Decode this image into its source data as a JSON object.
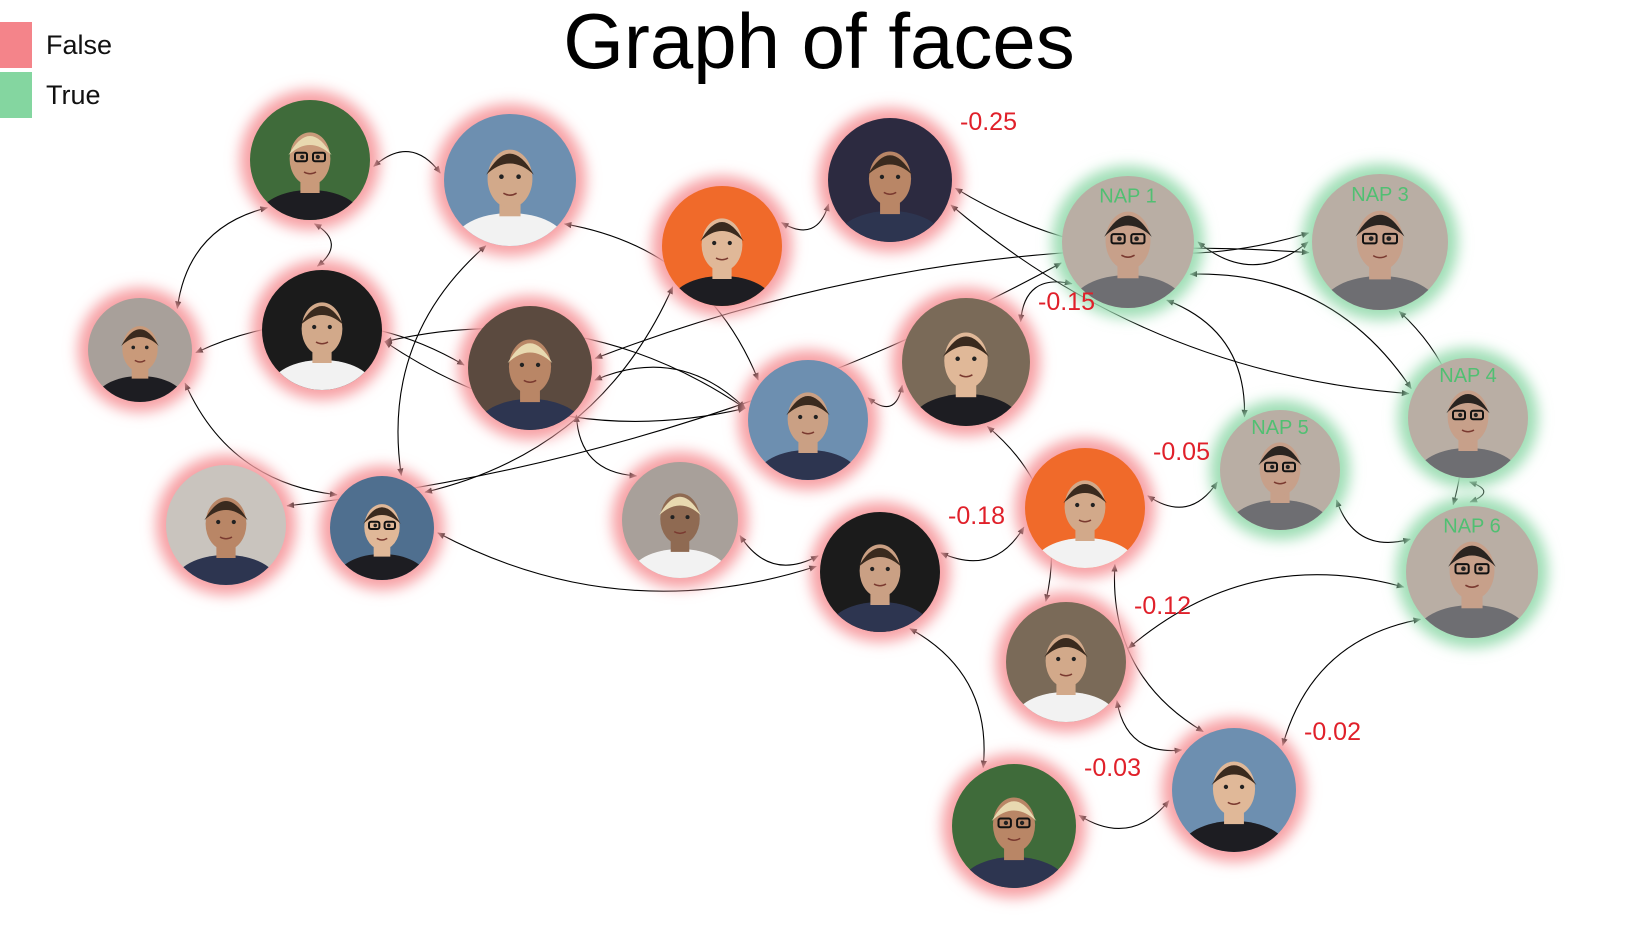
{
  "title": "Graph of faces",
  "legend": [
    {
      "label": "False",
      "color": "#f4848a"
    },
    {
      "label": "True",
      "color": "#84d6a0"
    }
  ],
  "colors": {
    "false_glow": "#f7a0a4",
    "true_glow": "#9fdeb5",
    "score_text": "#e0202a",
    "tag_text": "#3fc36a",
    "edge": "#000000"
  },
  "nodes": [
    {
      "id": "n1",
      "kind": "false",
      "label": "",
      "tag": ""
    },
    {
      "id": "n2",
      "kind": "false",
      "label": "",
      "tag": ""
    },
    {
      "id": "n3",
      "kind": "false",
      "label": "-0.25",
      "tag": ""
    },
    {
      "id": "n4",
      "kind": "false",
      "label": "",
      "tag": ""
    },
    {
      "id": "n5",
      "kind": "true",
      "label": "",
      "tag": "NAP 1"
    },
    {
      "id": "n6",
      "kind": "true",
      "label": "",
      "tag": "NAP 3"
    },
    {
      "id": "n7",
      "kind": "false",
      "label": "",
      "tag": ""
    },
    {
      "id": "n8",
      "kind": "false",
      "label": "",
      "tag": ""
    },
    {
      "id": "n9",
      "kind": "false",
      "label": "",
      "tag": ""
    },
    {
      "id": "n10",
      "kind": "false",
      "label": "-0.15",
      "tag": ""
    },
    {
      "id": "n11",
      "kind": "true",
      "label": "",
      "tag": "NAP 4"
    },
    {
      "id": "n12",
      "kind": "false",
      "label": "",
      "tag": ""
    },
    {
      "id": "n13",
      "kind": "true",
      "label": "",
      "tag": "NAP 5"
    },
    {
      "id": "n14",
      "kind": "false",
      "label": "-0.05",
      "tag": ""
    },
    {
      "id": "n15",
      "kind": "false",
      "label": "",
      "tag": ""
    },
    {
      "id": "n16",
      "kind": "false",
      "label": "",
      "tag": ""
    },
    {
      "id": "n17",
      "kind": "false",
      "label": "",
      "tag": ""
    },
    {
      "id": "n18",
      "kind": "false",
      "label": "-0.18",
      "tag": ""
    },
    {
      "id": "n19",
      "kind": "true",
      "label": "",
      "tag": "NAP 6"
    },
    {
      "id": "n20",
      "kind": "false",
      "label": "-0.12",
      "tag": ""
    },
    {
      "id": "n21",
      "kind": "false",
      "label": "-0.03",
      "tag": ""
    },
    {
      "id": "n22",
      "kind": "false",
      "label": "-0.02",
      "tag": ""
    }
  ],
  "edges": [
    [
      "n3",
      "n6"
    ],
    [
      "n3",
      "n4"
    ],
    [
      "n3",
      "n11"
    ],
    [
      "n1",
      "n2"
    ],
    [
      "n1",
      "n7"
    ],
    [
      "n1",
      "n8"
    ],
    [
      "n5",
      "n6"
    ],
    [
      "n5",
      "n13"
    ],
    [
      "n5",
      "n10"
    ],
    [
      "n5",
      "n15"
    ],
    [
      "n6",
      "n9"
    ],
    [
      "n6",
      "n19"
    ],
    [
      "n11",
      "n5"
    ],
    [
      "n11",
      "n19"
    ],
    [
      "n13",
      "n19"
    ],
    [
      "n13",
      "n14"
    ],
    [
      "n12",
      "n10"
    ],
    [
      "n12",
      "n8"
    ],
    [
      "n2",
      "n16"
    ],
    [
      "n2",
      "n12"
    ],
    [
      "n9",
      "n7"
    ],
    [
      "n9",
      "n12"
    ],
    [
      "n9",
      "n17"
    ],
    [
      "n10",
      "n20"
    ],
    [
      "n7",
      "n16"
    ],
    [
      "n8",
      "n12"
    ],
    [
      "n17",
      "n18"
    ],
    [
      "n18",
      "n16"
    ],
    [
      "n18",
      "n14"
    ],
    [
      "n18",
      "n21"
    ],
    [
      "n20",
      "n22"
    ],
    [
      "n20",
      "n19"
    ],
    [
      "n21",
      "n22"
    ],
    [
      "n22",
      "n19"
    ],
    [
      "n14",
      "n22"
    ],
    [
      "n4",
      "n16"
    ]
  ]
}
